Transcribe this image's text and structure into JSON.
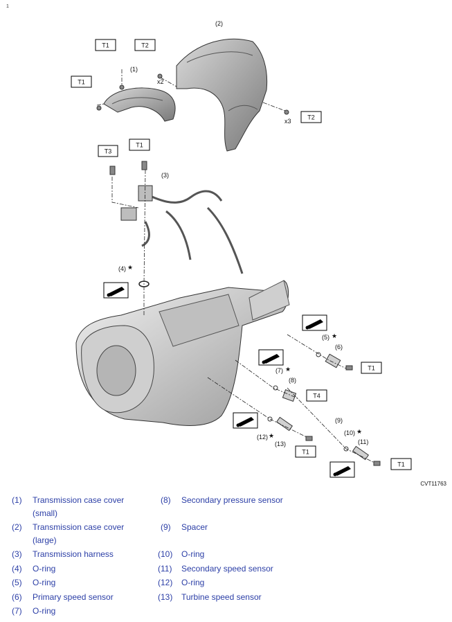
{
  "corner_mark": "1",
  "figure_code": "CVT11763",
  "callouts": {
    "c1": "(1)",
    "c2": "(2)",
    "c3": "(3)",
    "c4": "(4)",
    "c5": "(5)",
    "c6": "(6)",
    "c7": "(7)",
    "c8": "(8)",
    "c9": "(9)",
    "c10": "(10)",
    "c11": "(11)",
    "c12": "(12)",
    "c13": "(13)"
  },
  "star": "★",
  "torque_labels": {
    "t1_a": "T1",
    "t2_a": "T2",
    "t1_b": "T1",
    "t2_b": "T2",
    "t3": "T3",
    "t1_c": "T1",
    "t1_d": "T1",
    "t4": "T4",
    "t1_e": "T1",
    "t1_f": "T1"
  },
  "quantity_labels": {
    "x2": "x2",
    "x3": "x3"
  },
  "legend": [
    {
      "num": "(1)",
      "text": "Transmission case cover (small)"
    },
    {
      "num": "(2)",
      "text": "Transmission case cover (large)"
    },
    {
      "num": "(3)",
      "text": "Transmission harness"
    },
    {
      "num": "(4)",
      "text": "O-ring"
    },
    {
      "num": "(5)",
      "text": "O-ring"
    },
    {
      "num": "(6)",
      "text": "Primary speed sensor"
    },
    {
      "num": "(7)",
      "text": "O-ring"
    },
    {
      "num": "(8)",
      "text": "Secondary pressure sensor"
    },
    {
      "num": "(9)",
      "text": "Spacer"
    },
    {
      "num": "(10)",
      "text": "O-ring"
    },
    {
      "num": "(11)",
      "text": "Secondary speed sensor"
    },
    {
      "num": "(12)",
      "text": "O-ring"
    },
    {
      "num": "(13)",
      "text": "Turbine speed sensor"
    }
  ],
  "colors": {
    "legend_text": "#2b3ea6",
    "line": "#000000",
    "part_fill": "#e6e6e6"
  }
}
